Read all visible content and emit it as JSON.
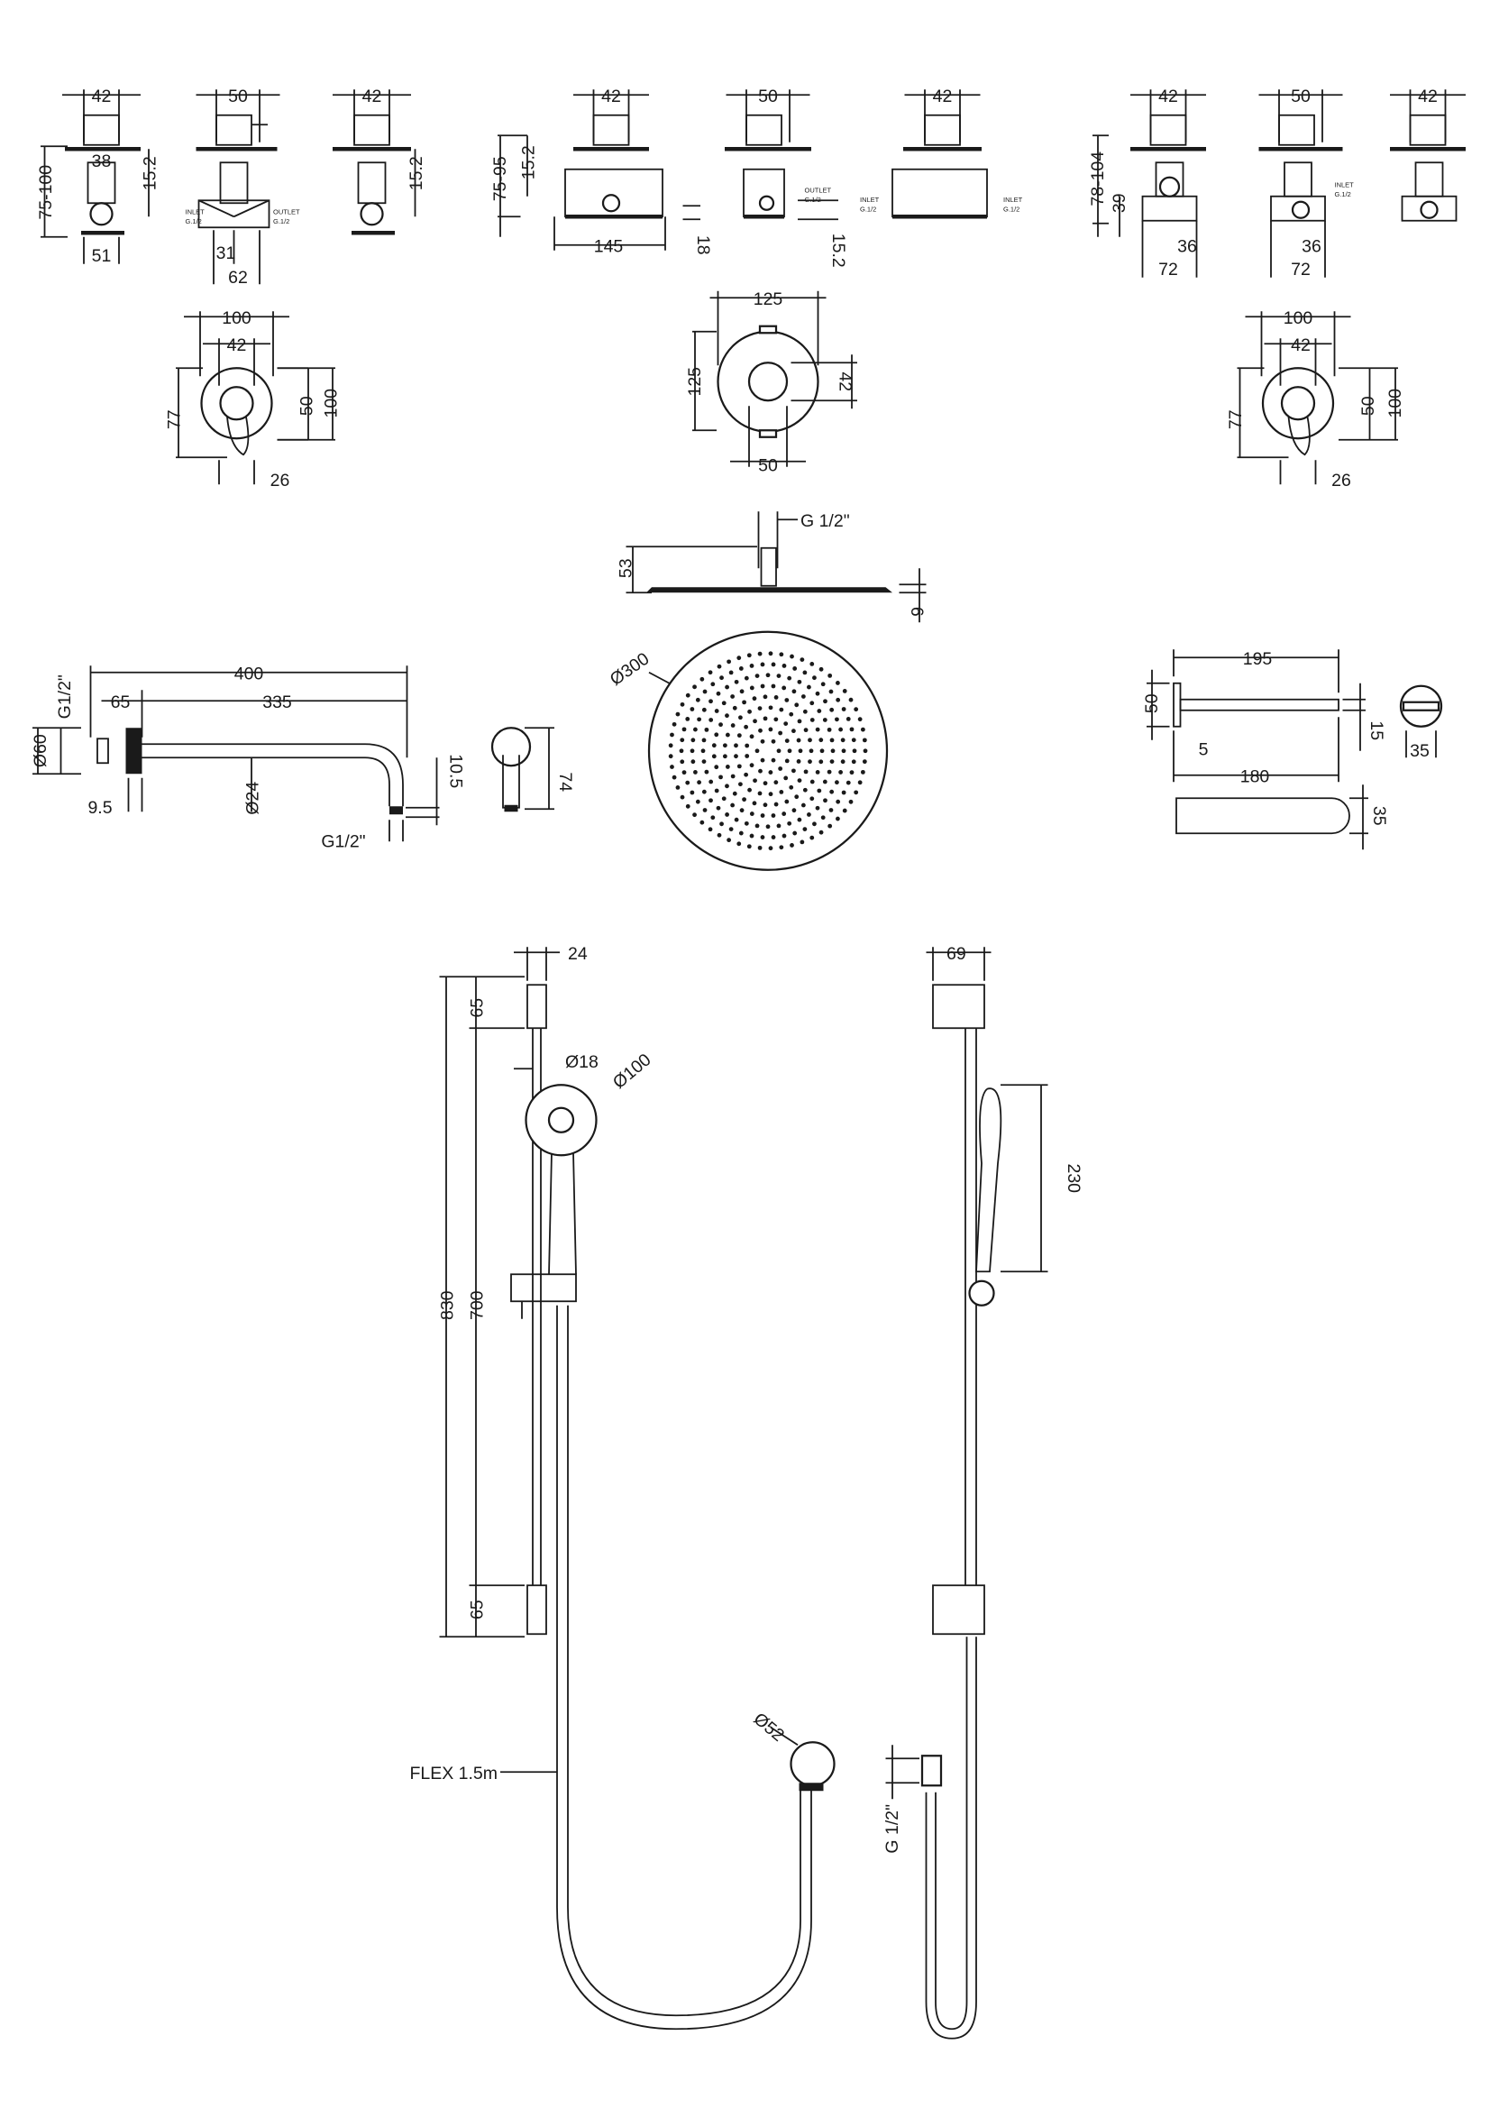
{
  "valves_group_1": {
    "w1": "42",
    "w2": "50",
    "w3": "42",
    "depth": "75-100",
    "inner": "38",
    "h1": "15.2",
    "h3": "15.2",
    "base": "51",
    "half": "31",
    "full": "62",
    "inlet": "INLET",
    "inlet_size": "G.1/2",
    "outlet": "OUTLET",
    "outlet_size": "G.1/2"
  },
  "valves_group_2": {
    "w1": "42",
    "w2": "50",
    "w3": "42",
    "depth": "75-95",
    "h1": "15.2",
    "box_width": "145",
    "box_depth": "18",
    "h2": "15.2",
    "outlet": "OUTLET",
    "outlet_size": "G.1/2",
    "inlet_a": "INLET",
    "inlet_a_size": "G.1/2",
    "inlet_b": "INLET",
    "inlet_b_size": "G.1/2"
  },
  "valves_group_3": {
    "w1": "42",
    "w2": "50",
    "w3": "42",
    "depth": "78-104",
    "h1": "39",
    "a1": "36",
    "b1": "72",
    "a2": "36",
    "b2": "72",
    "inlet": "INLET",
    "inlet_size": "G.1/2"
  },
  "plate_left": {
    "outer": "100",
    "knob": "42",
    "height": "77",
    "inner": "50",
    "total": "100",
    "lever": "26"
  },
  "plate_center": {
    "width": "125",
    "height": "125",
    "knob": "42",
    "bottom": "50"
  },
  "plate_right": {
    "outer": "100",
    "knob": "42",
    "height": "77",
    "inner": "50",
    "total": "100",
    "lever": "26"
  },
  "shower_head": {
    "thread": "G 1/2\"",
    "height": "53",
    "thickness": "6",
    "diameter": "Ø300"
  },
  "shower_arm": {
    "thread_top": "G1/2\"",
    "length": "400",
    "flange_offset": "65",
    "reach": "335",
    "flange_dia": "Ø60",
    "flange_depth": "9.5",
    "pipe_dia": "Ø24",
    "drop": "10.5",
    "thread_bottom": "G1/2\"",
    "side_height": "74"
  },
  "spout": {
    "length": "195",
    "height": "50",
    "wall": "5",
    "tip": "15",
    "dia": "35",
    "reach": "180",
    "end": "35"
  },
  "slide_rail": {
    "width": "24",
    "side_width": "69",
    "top_bracket": "65",
    "rail_dia": "Ø18",
    "handset_dia": "Ø100",
    "total": "830",
    "centers": "700",
    "bottom_bracket": "65",
    "handset_length": "230",
    "outlet_dia": "Ø52",
    "hose": "FLEX 1.5m",
    "outlet_thread": "G 1/2\""
  }
}
